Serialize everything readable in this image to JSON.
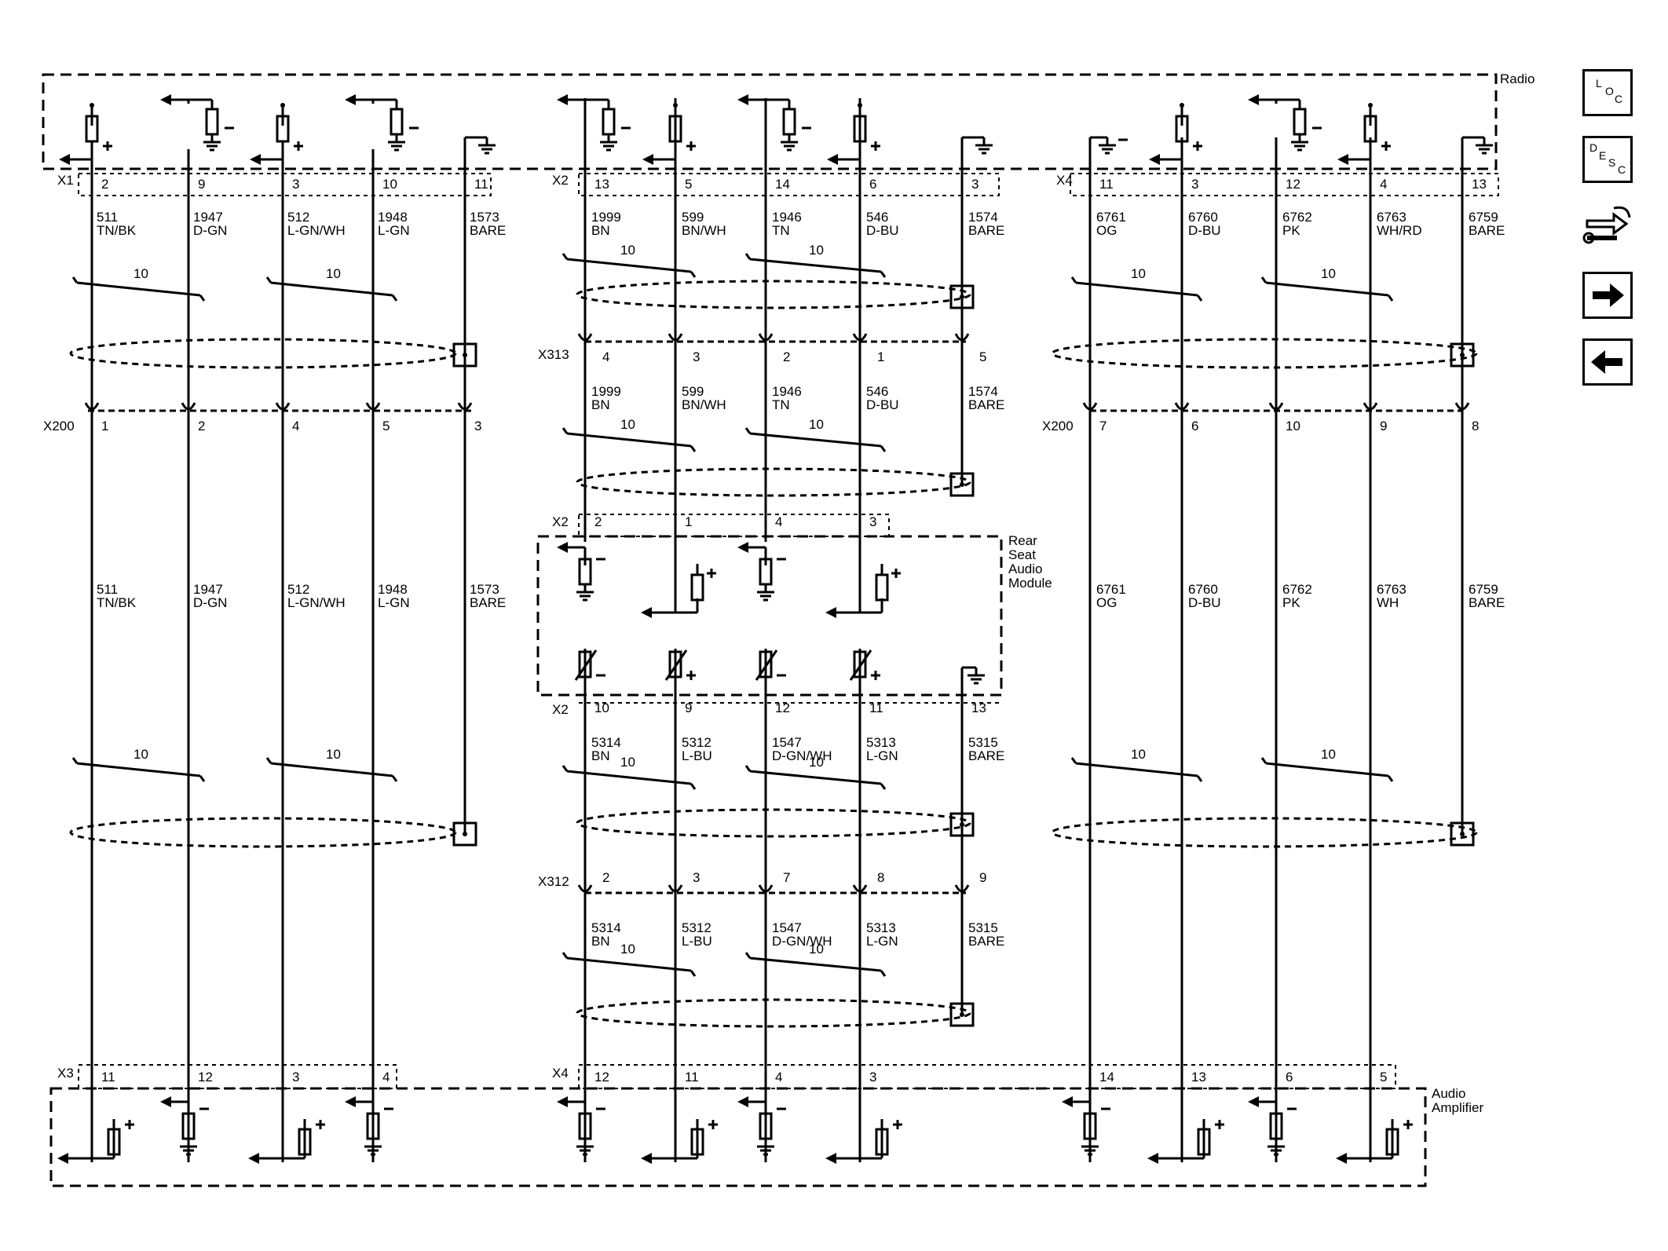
{
  "modules": {
    "radio": "Radio",
    "rear_seat": [
      "Rear",
      "Seat",
      "Audio",
      "Module"
    ],
    "amplifier": [
      "Audio",
      "Amplifier"
    ]
  },
  "connectors": {
    "radio_left": "X1",
    "radio_mid": "X2",
    "radio_right": "X4",
    "inline_mid_upper": "X313",
    "inline_left": "X200",
    "inline_right": "X200",
    "rsam_in": "X2",
    "rsam_out": "X2",
    "inline_mid_lower": "X312",
    "amp_left": "X3",
    "amp_mid": "X4"
  },
  "shield_gauge": "10",
  "wires_left": [
    {
      "radio_pin": "2",
      "x200_pin": "1",
      "amp_pin": "11",
      "circuit": "511",
      "color": "TN/BK"
    },
    {
      "radio_pin": "9",
      "x200_pin": "2",
      "amp_pin": "12",
      "circuit": "1947",
      "color": "D-GN"
    },
    {
      "radio_pin": "3",
      "x200_pin": "4",
      "amp_pin": "3",
      "circuit": "512",
      "color": "L-GN/WH"
    },
    {
      "radio_pin": "10",
      "x200_pin": "5",
      "amp_pin": "4",
      "circuit": "1948",
      "color": "L-GN"
    },
    {
      "radio_pin": "11",
      "x200_pin": "3",
      "circuit": "1573",
      "color": "BARE"
    }
  ],
  "wires_mid_upper": [
    {
      "radio_pin": "13",
      "x313_pin": "4",
      "rsam_pin": "2",
      "circuit": "1999",
      "color": "BN"
    },
    {
      "radio_pin": "5",
      "x313_pin": "3",
      "rsam_pin": "1",
      "circuit": "599",
      "color": "BN/WH"
    },
    {
      "radio_pin": "14",
      "x313_pin": "2",
      "rsam_pin": "4",
      "circuit": "1946",
      "color": "TN"
    },
    {
      "radio_pin": "6",
      "x313_pin": "1",
      "rsam_pin": "3",
      "circuit": "546",
      "color": "D-BU"
    },
    {
      "radio_pin": "3",
      "x313_pin": "5",
      "circuit": "1574",
      "color": "BARE"
    }
  ],
  "wires_mid_lower": [
    {
      "rsam_pin": "10",
      "x312_pin": "2",
      "amp_pin": "12",
      "circuit": "5314",
      "color": "BN"
    },
    {
      "rsam_pin": "9",
      "x312_pin": "3",
      "amp_pin": "11",
      "circuit": "5312",
      "color": "L-BU"
    },
    {
      "rsam_pin": "12",
      "x312_pin": "7",
      "amp_pin": "4",
      "circuit": "1547",
      "color": "D-GN/WH"
    },
    {
      "rsam_pin": "11",
      "x312_pin": "8",
      "amp_pin": "3",
      "circuit": "5313",
      "color": "L-GN"
    },
    {
      "rsam_pin": "13",
      "x312_pin": "9",
      "circuit": "5315",
      "color": "BARE"
    }
  ],
  "wires_right": [
    {
      "radio_pin": "11",
      "x200_pin": "7",
      "amp_pin": "14",
      "circuit": "6761",
      "color_upper": "OG",
      "color_lower": "OG"
    },
    {
      "radio_pin": "3",
      "x200_pin": "6",
      "amp_pin": "13",
      "circuit": "6760",
      "color_upper": "D-BU",
      "color_lower": "D-BU"
    },
    {
      "radio_pin": "12",
      "x200_pin": "10",
      "amp_pin": "6",
      "circuit": "6762",
      "color_upper": "PK",
      "color_lower": "PK"
    },
    {
      "radio_pin": "4",
      "x200_pin": "9",
      "amp_pin": "5",
      "circuit": "6763",
      "color_upper": "WH/RD",
      "color_lower": "WH"
    },
    {
      "radio_pin": "13",
      "x200_pin": "8",
      "circuit": "6759",
      "color_upper": "BARE",
      "color_lower": "BARE"
    }
  ],
  "sidebar": {
    "loc": [
      "L",
      "O",
      "C"
    ],
    "desc": [
      "D",
      "E",
      "S",
      "C"
    ]
  }
}
